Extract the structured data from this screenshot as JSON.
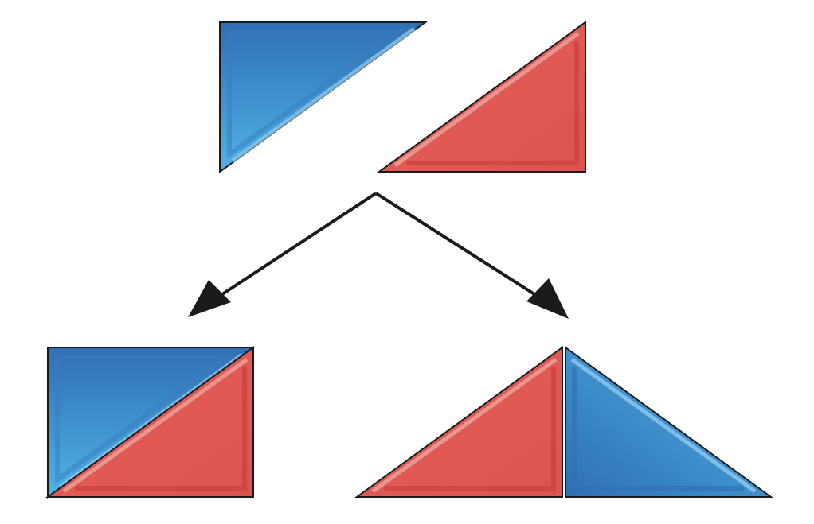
{
  "diagram": {
    "background": "#ffffff",
    "colors": {
      "blue_fill": "#3c87c6",
      "blue_light": "#4fb3e6",
      "blue_dark": "#2f6fb3",
      "blue_highlight": "#8cc6ec",
      "red_fill": "#e05a55",
      "red_dark": "#c8413f",
      "red_highlight": "#eea09c",
      "outline": "#1a1a1a",
      "arrow": "#1a1a1a"
    },
    "pieces": [
      {
        "id": "source-blue-triangle",
        "color": "blue",
        "group": "source"
      },
      {
        "id": "source-red-triangle",
        "color": "red",
        "group": "source"
      }
    ],
    "results": [
      {
        "id": "rectangle",
        "pieces": [
          "blue",
          "red"
        ]
      },
      {
        "id": "isosceles-triangle",
        "pieces": [
          "red",
          "blue"
        ]
      }
    ]
  }
}
